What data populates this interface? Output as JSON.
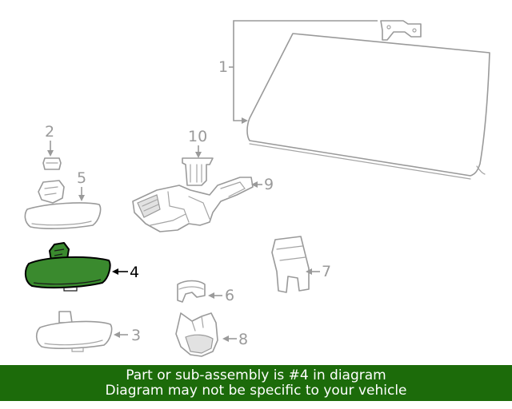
{
  "colors": {
    "banner_bg": "#1c6b0a",
    "banner_text": "#ffffff",
    "highlight_fill": "#3a8a2e",
    "part_stroke": "#9a9a9a"
  },
  "callouts": {
    "c1": "1",
    "c2": "2",
    "c3": "3",
    "c4": "4",
    "c5": "5",
    "c6": "6",
    "c7": "7",
    "c8": "8",
    "c9": "9",
    "c10": "10"
  },
  "highlighted_callout": "4",
  "banner": {
    "line1": "Part or sub-assembly is #4 in diagram",
    "line2": "Diagram may not be specific to your vehicle"
  }
}
